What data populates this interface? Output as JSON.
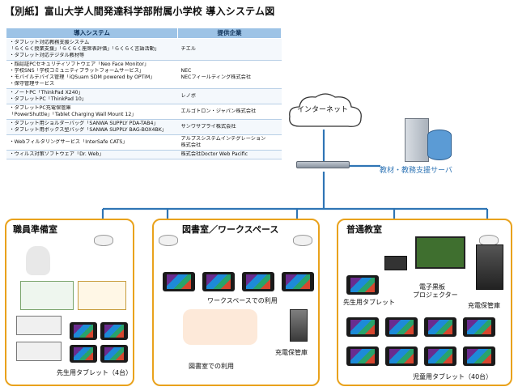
{
  "title": "【別紙】富山大学人間発達科学部附属小学校 導入システム図",
  "table": {
    "headers": [
      "導入システム",
      "提供企業"
    ],
    "rows": [
      {
        "system": [
          "・タブレット対応教務支援システム",
          "「らくらく授業支援」「らくらく座席表評価」「らくらく言語活動」",
          "・タブレット対応デジタル教材等"
        ],
        "vendor": [
          "チエル"
        ]
      },
      {
        "system": [
          "・顔認証PCセキュリティソフトウェア「Neo Face Monitor」",
          "・学校SNS「学校コミュニティプラットフォームサービス」",
          "・モバイルデバイス管理「iQSuam SDM powered by OPTiM」",
          "・保守管理サービス"
        ],
        "vendor": [
          "NEC",
          "NECフィールディング株式会社"
        ]
      },
      {
        "system": [
          "・ノートPC「ThinkPad X240」",
          "・タブレットPC「ThinkPad 10」"
        ],
        "vendor": [
          "レノボ"
        ]
      },
      {
        "system": [
          "・タブレットPC充電保管庫",
          "「PowerShuttle」「Tablet Charging Wall Mount 12」"
        ],
        "vendor": [
          "エルゴトロン・ジャパン株式会社"
        ]
      },
      {
        "system": [
          "・タブレット用ショルダーバッグ「SANWA SUPPLY PDA-TAB4」",
          "・タブレット用ボックス型バッグ「SANWA SUPPLY BAG-BOX4BK」"
        ],
        "vendor": [
          "サンワサプライ株式会社"
        ]
      },
      {
        "system": [
          "・Webフィルタリングサービス「InterSafe CATS」"
        ],
        "vendor": [
          "アルプスシステムインテグレーション",
          "株式会社"
        ]
      },
      {
        "system": [
          "・ウィルス対策ソフトウェア「Dr. Web」"
        ],
        "vendor": [
          "株式会社Doctor Web Pacific"
        ]
      }
    ]
  },
  "diagram": {
    "internet": "インターネット",
    "server": "教材・教務支援サーバ",
    "rooms": {
      "staff": {
        "title": "職員準備室",
        "tablets_label": "先生用タブレット（4台）"
      },
      "library": {
        "title": "図書室／ワークスペース",
        "workspace_label": "ワークスペースでの利用",
        "library_label": "図書室での利用",
        "charger_label": "充電保管庫"
      },
      "classroom": {
        "title": "普通教室",
        "teacher_label": "先生用タブレット",
        "board_label": "電子黒板",
        "projector_label": "プロジェクター",
        "charger_label": "充電保管庫",
        "students_label": "児童用タブレット（40台）"
      }
    }
  },
  "colors": {
    "header_fill": "#9dc3e6",
    "line": "#2f75b5",
    "room_border": "#e9a21c",
    "server_label": "#2e74b5"
  }
}
